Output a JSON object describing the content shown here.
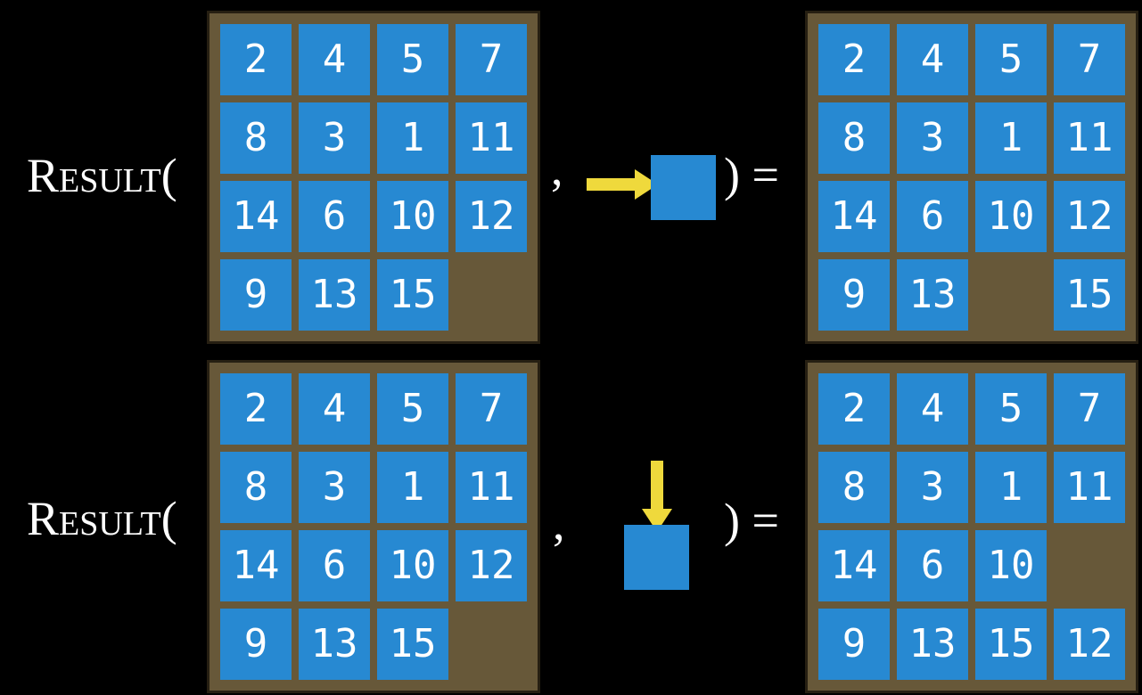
{
  "figure": {
    "title": "RESULT function on sliding-tile puzzle",
    "rows": [
      {
        "label": "Result(",
        "comma": ",",
        "action": {
          "icon": "arrow-right-icon",
          "direction": "right"
        },
        "close": ") =",
        "input_grid": [
          [
            "2",
            "4",
            "5",
            "7"
          ],
          [
            "8",
            "3",
            "1",
            "11"
          ],
          [
            "14",
            "6",
            "10",
            "12"
          ],
          [
            "9",
            "13",
            "15",
            ""
          ]
        ],
        "result_grid": [
          [
            "2",
            "4",
            "5",
            "7"
          ],
          [
            "8",
            "3",
            "1",
            "11"
          ],
          [
            "14",
            "6",
            "10",
            "12"
          ],
          [
            "9",
            "13",
            "",
            "15"
          ]
        ]
      },
      {
        "label": "Result(",
        "comma": ",",
        "action": {
          "icon": "arrow-down-icon",
          "direction": "down"
        },
        "close": ") =",
        "input_grid": [
          [
            "2",
            "4",
            "5",
            "7"
          ],
          [
            "8",
            "3",
            "1",
            "11"
          ],
          [
            "14",
            "6",
            "10",
            "12"
          ],
          [
            "9",
            "13",
            "15",
            ""
          ]
        ],
        "result_grid": [
          [
            "2",
            "4",
            "5",
            "7"
          ],
          [
            "8",
            "3",
            "1",
            "11"
          ],
          [
            "14",
            "6",
            "10",
            ""
          ],
          [
            "9",
            "13",
            "15",
            "12"
          ]
        ]
      }
    ],
    "colors": {
      "background": "#000000",
      "tile_blue": "#2789D2",
      "frame_brown": "#675839",
      "frame_border": "#261F12",
      "arrow_yellow": "#EFD93C",
      "text_white": "#FFFFFF"
    }
  }
}
